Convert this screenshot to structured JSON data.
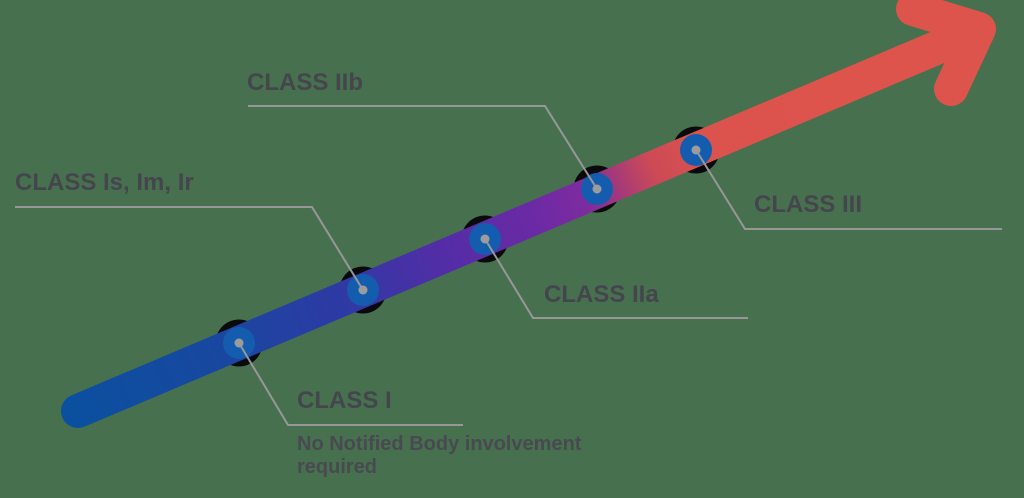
{
  "diagram": {
    "type": "ascending-risk-arrow-classification",
    "labels": [
      {
        "id": "class_i",
        "text": "CLASS I",
        "note": "No Notified Body involvement required"
      },
      {
        "id": "class_is_im_ir",
        "text": "CLASS Is, Im, Ir"
      },
      {
        "id": "class_iia",
        "text": "CLASS IIa"
      },
      {
        "id": "class_iib",
        "text": "CLASS IIb"
      },
      {
        "id": "class_iii",
        "text": "CLASS III"
      }
    ]
  },
  "colors": {
    "background": "#47704f",
    "arrow_red": "#dd544c",
    "marker_halo": "#0a0a0c",
    "marker_blue": "#145dae",
    "marker_center": "#9c9c9e",
    "connector_line": "#97979a",
    "label_text": "#45454d",
    "gradient": [
      "#0b4f9f",
      "#17489f",
      "#2d3aa4",
      "#532da6",
      "#6a2aa5",
      "#7d2b9f",
      "#a53a79",
      "#cc4a56",
      "#dc534d",
      "#dd544c"
    ]
  }
}
